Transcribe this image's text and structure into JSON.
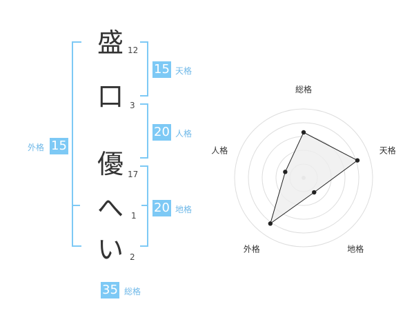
{
  "colors": {
    "accent": "#7dc9f5",
    "badge_bg": "#7dc9f5",
    "label_text": "#6fb8e8",
    "char_text": "#333333",
    "radar_line": "#222222",
    "radar_fill": "#eeeeee",
    "radar_grid": "#dddddd",
    "center_dot": "#cccccc"
  },
  "name": {
    "characters": [
      {
        "char": "盛",
        "strokes": "12"
      },
      {
        "char": "口",
        "strokes": "3"
      },
      {
        "char": "優",
        "strokes": "17"
      },
      {
        "char": "へ",
        "strokes": "1"
      },
      {
        "char": "い",
        "strokes": "2"
      }
    ]
  },
  "kakusu": {
    "tenkaku": {
      "value": "15",
      "label": "天格"
    },
    "jinkaku": {
      "value": "20",
      "label": "人格"
    },
    "chikaku": {
      "value": "20",
      "label": "地格"
    },
    "gaikaku": {
      "value": "15",
      "label": "外格"
    },
    "soukaku": {
      "value": "35",
      "label": "総格"
    }
  },
  "chart_data": {
    "type": "radar",
    "axes": [
      "総格",
      "天格",
      "地格",
      "外格",
      "人格"
    ],
    "values": [
      3.3,
      4.1,
      1.3,
      4.1,
      1.4
    ],
    "rlim": [
      0,
      5
    ],
    "rings": 5,
    "grid": true
  }
}
